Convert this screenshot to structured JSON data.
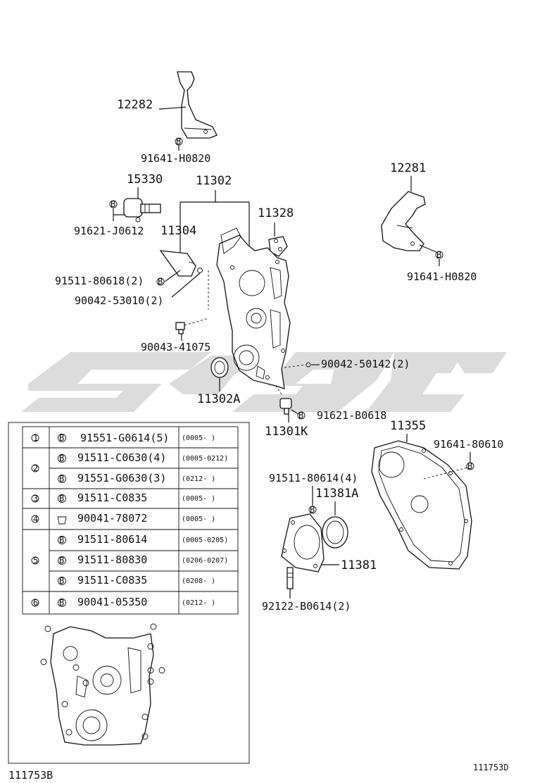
{
  "parts": {
    "p12282": "12282",
    "p91641_h0820_a": "91641-H0820",
    "p15330": "15330",
    "p11302": "11302",
    "p91621_j0612": "91621-J0612",
    "p11304": "11304",
    "p11328": "11328",
    "p12281": "12281",
    "p91641_h0820_b": "91641-H0820",
    "p91511_80618": "91511-80618(2)",
    "p90042_53010": "90042-53010(2)",
    "p90043_41075": "90043-41075",
    "p90042_50142": "90042-50142(2)",
    "p11302a": "11302A",
    "p91621_b0618": "91621-B0618",
    "p11301k": "11301K",
    "p11355": "11355",
    "p91641_80610": "91641-80610",
    "p91511_80614": "91511-80614(4)",
    "p11381a": "11381A",
    "p11381": "11381",
    "p92122_b0614": "92122-B0614(2)"
  },
  "bolt_symbol": "B",
  "table": {
    "rows": [
      {
        "key": "1",
        "part": "91551-G0614(5)",
        "date": "(0005-        )"
      },
      {
        "key": "2",
        "part": "91511-C0630(4)",
        "date": "(0005-0212)"
      },
      {
        "key": "",
        "part": "91551-G0630(3)",
        "date": "(0212-        )"
      },
      {
        "key": "3",
        "part": "91511-C0835",
        "date": "(0005-        )"
      },
      {
        "key": "4",
        "part": "90041-78072",
        "date": "(0005-        )"
      },
      {
        "key": "5",
        "part": "91511-80614",
        "date": "(0005-0205)"
      },
      {
        "key": "",
        "part": "91511-80830",
        "date": "(0206-0207)"
      },
      {
        "key": "",
        "part": "91511-C0835",
        "date": "(0208-        )"
      },
      {
        "key": "6",
        "part": "90041-05350",
        "date": "(0212-        )"
      }
    ]
  },
  "footer": {
    "left_code": "111753B",
    "right_code": "111753D"
  },
  "watermark": {
    "color": "#d9d9d9"
  }
}
